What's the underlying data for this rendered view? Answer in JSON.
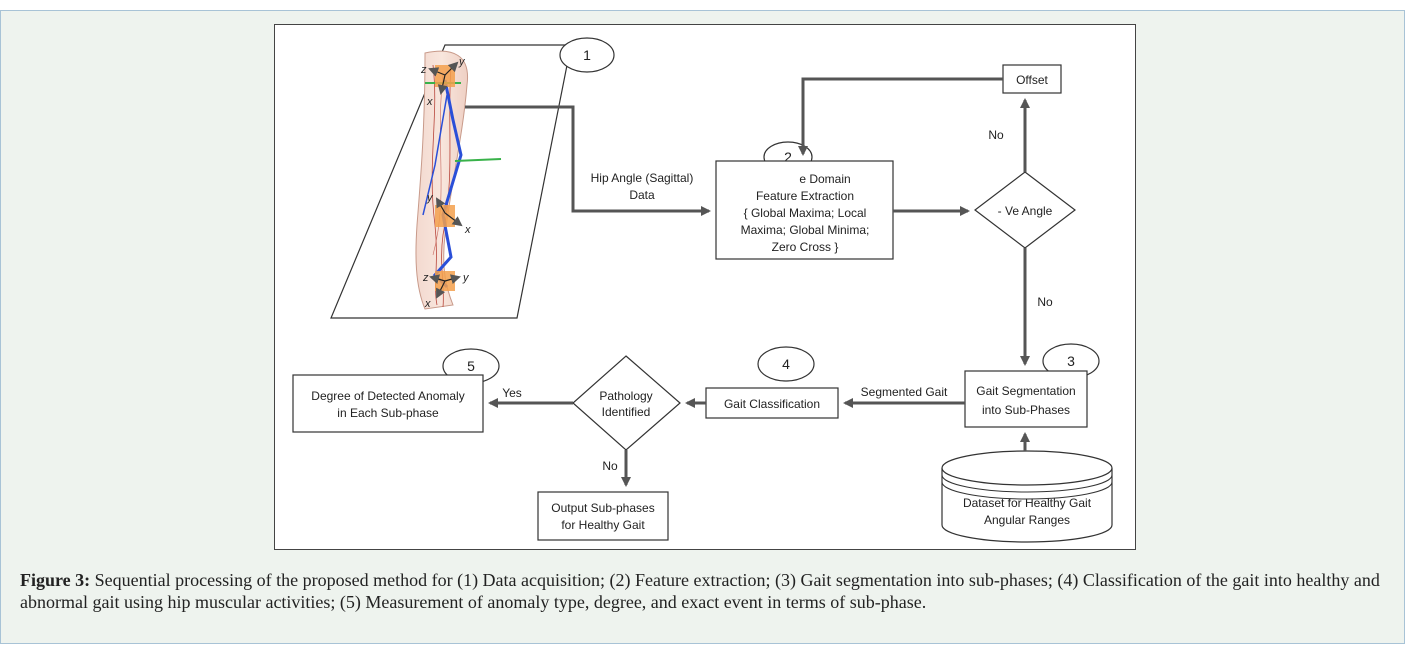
{
  "caption": {
    "label": "Figure 3:",
    "text": " Sequential processing of the proposed method for (1) Data acquisition; (2) Feature extraction; (3) Gait segmentation into sub-phases; (4) Classification of the gait into healthy and abnormal gait using hip muscular activities; (5) Measurement of anomaly type, degree, and exact event in terms of sub-phase."
  },
  "diagram": {
    "step_numbers": [
      "1",
      "2",
      "3",
      "4",
      "5"
    ],
    "leg_axes": [
      "z",
      "y",
      "x",
      "y",
      "x",
      "z",
      "y",
      "x"
    ],
    "arrow_labels": {
      "hip_angle_line1": "Hip Angle (Sagittal)",
      "hip_angle_line2": "Data",
      "no_top": "No",
      "no_right": "No",
      "segmented_gait": "Segmented Gait",
      "yes": "Yes",
      "no_bottom": "No"
    },
    "boxes": {
      "feature_extraction": [
        "e Domain",
        "Feature Extraction",
        "{ Global Maxima; Local",
        "Maxima; Global Minima;",
        "Zero Cross }"
      ],
      "offset": "Offset",
      "ve_angle": "- Ve Angle",
      "gait_segmentation": [
        "Gait Segmentation",
        "into Sub-Phases"
      ],
      "dataset": [
        "Dataset for Healthy Gait",
        "Angular Ranges"
      ],
      "gait_classification": "Gait Classification",
      "pathology": [
        "Pathology",
        "Identified"
      ],
      "degree_anomaly": [
        "Degree of Detected Anomaly",
        "in Each Sub-phase"
      ],
      "output_subphases": [
        "Output Sub-phases",
        "for Healthy Gait"
      ]
    }
  }
}
